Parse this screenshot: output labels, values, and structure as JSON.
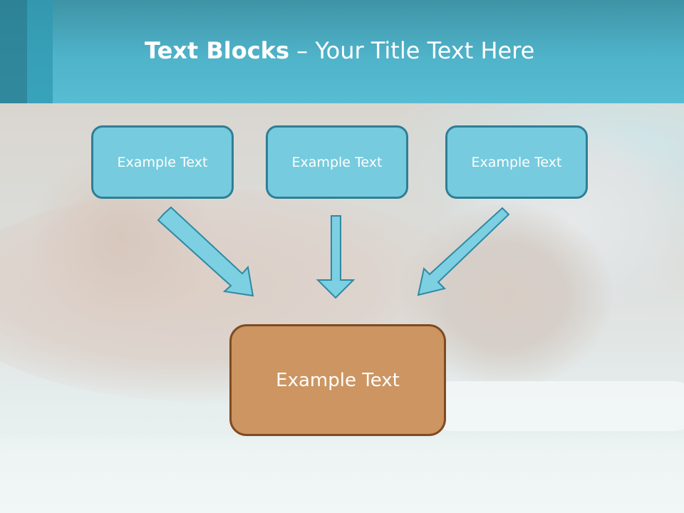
{
  "title": {
    "bold": "Text Blocks",
    "rest": " – Your Title Text Here"
  },
  "blocks": {
    "top": [
      {
        "label": "Example Text"
      },
      {
        "label": "Example Text"
      },
      {
        "label": "Example Text"
      }
    ],
    "main": {
      "label": "Example Text"
    }
  },
  "colors": {
    "header": "#4fb3c9",
    "top_box_fill": "#76cbde",
    "top_box_border": "#2e7f95",
    "main_box_fill": "#cc9561",
    "main_box_border": "#7f4b21",
    "arrow_fill": "#7dcfe2"
  }
}
